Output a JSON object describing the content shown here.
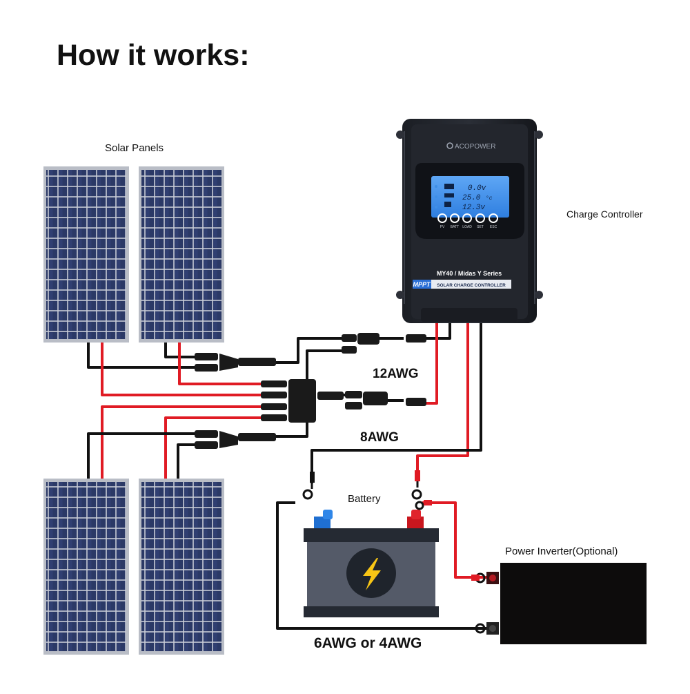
{
  "title": "How it works:",
  "labels": {
    "solar_panels": "Solar Panels",
    "charge_controller": "Charge Controller",
    "wire_12awg": "12AWG",
    "wire_8awg": "8AWG",
    "battery": "Battery",
    "power_inverter": "Power Inverter(Optional)",
    "wire_6awg_4awg": "6AWG or 4AWG"
  },
  "controller": {
    "brand": "ACOPOWER",
    "model": "MY40 / Midas Y Series",
    "badge": "MPPT",
    "type_label": "SOLAR CHARGE CONTROLLER",
    "readouts": [
      "0.0v",
      "25.0",
      "12.3v"
    ],
    "readout_unit": "°c",
    "button_labels": [
      "PV",
      "BATT",
      "LOAD",
      "SET",
      "ESC"
    ]
  },
  "colors": {
    "positive_wire": "#e01b24",
    "negative_wire": "#111111",
    "lcd": "#3f8fe8",
    "panel_cell": "#2c3a66",
    "battery_body": "#545a68",
    "bolt": "#f7c515"
  }
}
